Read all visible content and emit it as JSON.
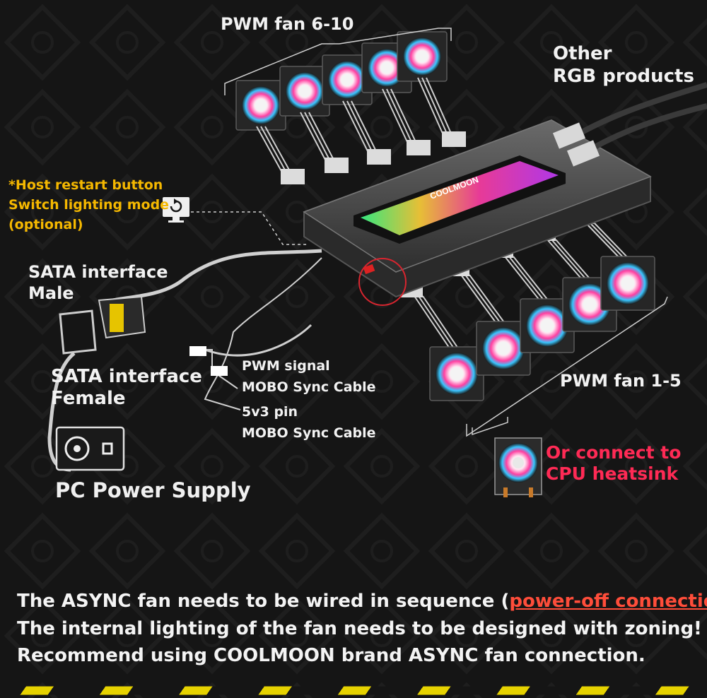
{
  "labels": {
    "pwm_fan_6_10": "PWM fan 6-10",
    "other_rgb_line1": "Other",
    "other_rgb_line2": "RGB products",
    "host_restart_line1": "*Host restart button",
    "host_restart_line2": "Switch lighting mode",
    "host_restart_line3": "(optional)",
    "sata_male_line1": "SATA interface",
    "sata_male_line2": "Male",
    "sata_female_line1": "SATA interface",
    "sata_female_line2": "Female",
    "pwm_signal_line1": "PWM signal",
    "pwm_signal_line2": "MOBO Sync Cable",
    "pin_line1": "5v3 pin",
    "pin_line2": "MOBO Sync Cable",
    "pwm_fan_1_5": "PWM fan 1-5",
    "cpu_line1": "Or connect to",
    "cpu_line2": "CPU heatsink",
    "power_supply": "PC Power Supply",
    "hub_brand": "COOLMOON"
  },
  "footer": {
    "line1_start": "The ASYNC fan needs to be wired in sequence (",
    "line1_highlight": "power-off connection",
    "line1_end": ")",
    "line2": "The internal lighting of the fan needs to be designed with zoning!",
    "line3": "Recommend using COOLMOON brand ASYNC fan connection."
  },
  "colors": {
    "background": "#151515",
    "label_yellow": "#f5b800",
    "label_red": "#ff2a55",
    "highlight_red": "#ff4d3a",
    "stripe_yellow": "#e6d200"
  },
  "icons": [
    "restart-icon",
    "power-supply-icon"
  ]
}
